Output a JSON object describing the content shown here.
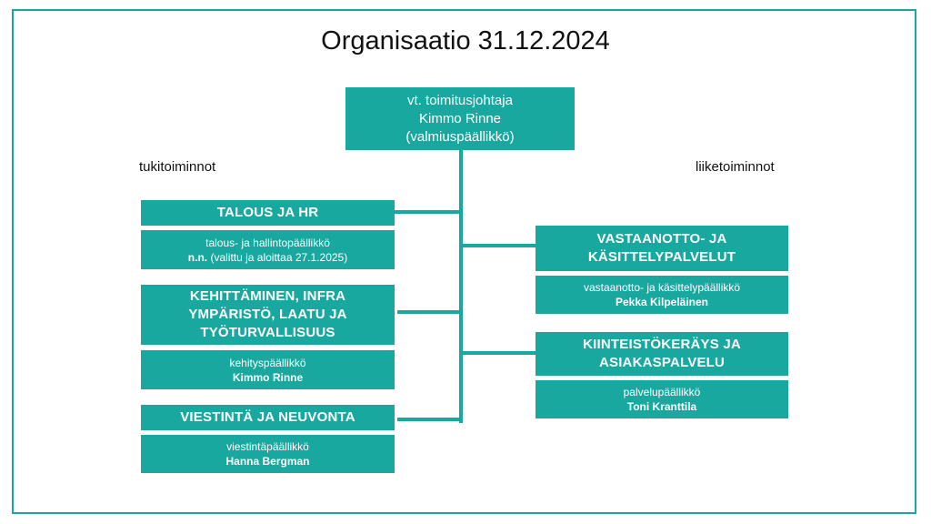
{
  "title": "Organisaatio 31.12.2024",
  "colors": {
    "accent": "#19a89f"
  },
  "ceo": {
    "role": "vt. toimitusjohtaja",
    "name": "Kimmo Rinne",
    "note": "(valmiuspäällikkö)"
  },
  "left_heading": "tukitoiminnot",
  "right_heading": "liiketoiminnot",
  "units_left": [
    {
      "title_lines": [
        "TALOUS JA HR"
      ],
      "role": "talous- ja hallintopäällikkö",
      "person_bold": "n.n.",
      "person_rest": " (valittu ja aloittaa 27.1.2025)"
    },
    {
      "title_lines": [
        "KEHITTÄMINEN, INFRA",
        "YMPÄRISTÖ, LAATU JA",
        "TYÖTURVALLISUUS"
      ],
      "role": "kehityspäällikkö",
      "person_bold": "Kimmo Rinne",
      "person_rest": ""
    },
    {
      "title_lines": [
        "VIESTINTÄ JA NEUVONTA"
      ],
      "role": "viestintäpäällikkö",
      "person_bold": "Hanna Bergman",
      "person_rest": ""
    }
  ],
  "units_right": [
    {
      "title_lines": [
        "VASTAANOTTO- JA",
        "KÄSITTELYPALVELUT"
      ],
      "role": "vastaanotto- ja käsittelypäällikkö",
      "person_bold": "Pekka Kilpeläinen",
      "person_rest": ""
    },
    {
      "title_lines": [
        "KIINTEISTÖKERÄYS JA",
        "ASIAKASPALVELU"
      ],
      "role": "palvelupäällikkö",
      "person_bold": "Toni Kranttila",
      "person_rest": ""
    }
  ]
}
